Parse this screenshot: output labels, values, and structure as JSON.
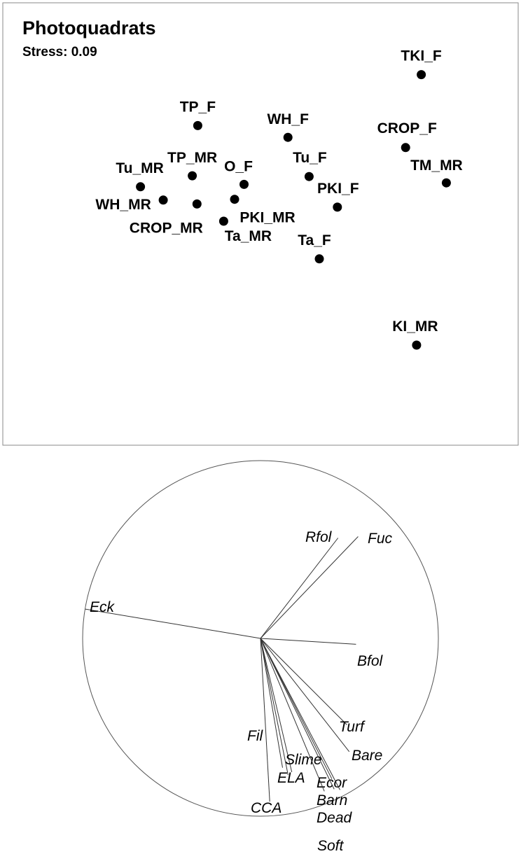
{
  "chart_data": [
    {
      "type": "scatter",
      "title": "Photoquadrats",
      "subtitle": "Stress: 0.09",
      "xlabel": "",
      "ylabel": "",
      "grid": false,
      "legend": "none",
      "points": [
        {
          "label": "TKI_F",
          "x": 2.05,
          "y": 1.95
        },
        {
          "label": "TP_F",
          "x": -0.8,
          "y": 1.3
        },
        {
          "label": "WH_F",
          "x": 0.35,
          "y": 1.15
        },
        {
          "label": "CROP_F",
          "x": 1.85,
          "y": 1.02
        },
        {
          "label": "TP_MR",
          "x": -0.87,
          "y": 0.66
        },
        {
          "label": "O_F",
          "x": -0.21,
          "y": 0.55
        },
        {
          "label": "Tu_F",
          "x": 0.62,
          "y": 0.65
        },
        {
          "label": "TM_MR",
          "x": 2.37,
          "y": 0.57
        },
        {
          "label": "Tu_MR",
          "x": -1.53,
          "y": 0.52
        },
        {
          "label": "WH_MR",
          "x": -1.24,
          "y": 0.35
        },
        {
          "label": "CROP_MR",
          "x": -0.81,
          "y": 0.3
        },
        {
          "label": "PKI_MR",
          "x": -0.33,
          "y": 0.36
        },
        {
          "label": "PKI_F",
          "x": 0.98,
          "y": 0.26
        },
        {
          "label": "Ta_MR",
          "x": -0.47,
          "y": 0.08
        },
        {
          "label": "Ta_F",
          "x": 0.75,
          "y": -0.4
        },
        {
          "label": "KI_MR",
          "x": 1.99,
          "y": -1.5
        }
      ]
    },
    {
      "type": "vector",
      "vectors": [
        {
          "label": "Eck",
          "dx": -0.986,
          "dy": 0.165
        },
        {
          "label": "Rfol",
          "dx": 0.436,
          "dy": 0.565
        },
        {
          "label": "Fuc",
          "dx": 0.549,
          "dy": 0.573
        },
        {
          "label": "Bfol",
          "dx": 0.537,
          "dy": -0.033
        },
        {
          "label": "Turf",
          "dx": 0.486,
          "dy": -0.486
        },
        {
          "label": "Bare",
          "dx": 0.499,
          "dy": -0.637
        },
        {
          "label": "Fil",
          "dx": 0.124,
          "dy": -0.727
        },
        {
          "label": "Slime",
          "dx": 0.176,
          "dy": -0.752
        },
        {
          "label": "ELA",
          "dx": 0.155,
          "dy": -0.768
        },
        {
          "label": "Ecor",
          "dx": 0.401,
          "dy": -0.79
        },
        {
          "label": "CCA",
          "dx": 0.052,
          "dy": -0.918
        },
        {
          "label": "Barn",
          "dx": 0.359,
          "dy": -0.86
        },
        {
          "label": "Dead",
          "dx": 0.447,
          "dy": -0.852
        },
        {
          "label": "Soft",
          "dx": 0.414,
          "dy": -0.848
        }
      ]
    }
  ]
}
